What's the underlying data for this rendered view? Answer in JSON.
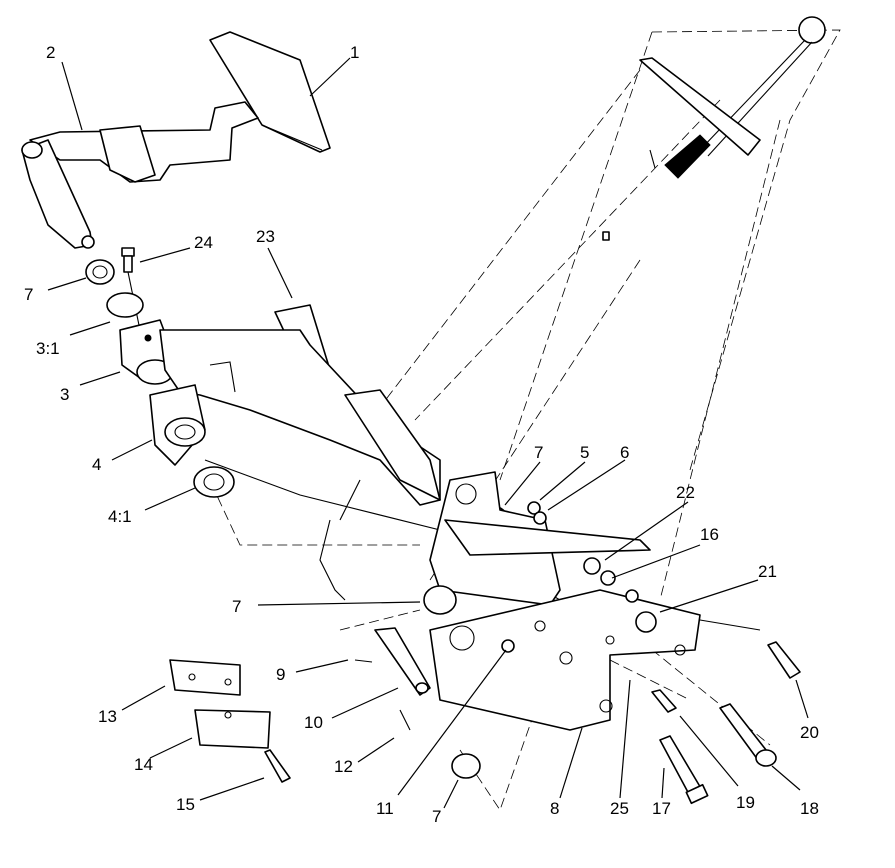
{
  "diagram": {
    "callouts": [
      {
        "id": "c1",
        "text": "1"
      },
      {
        "id": "c2",
        "text": "2"
      },
      {
        "id": "c24",
        "text": "24"
      },
      {
        "id": "c23",
        "text": "23"
      },
      {
        "id": "c7a",
        "text": "7"
      },
      {
        "id": "c31",
        "text": "3:1"
      },
      {
        "id": "c3",
        "text": "3"
      },
      {
        "id": "c4",
        "text": "4"
      },
      {
        "id": "c41",
        "text": "4:1"
      },
      {
        "id": "c7b",
        "text": "7"
      },
      {
        "id": "c5",
        "text": "5"
      },
      {
        "id": "c6",
        "text": "6"
      },
      {
        "id": "c22",
        "text": "22"
      },
      {
        "id": "c16",
        "text": "16"
      },
      {
        "id": "c21",
        "text": "21"
      },
      {
        "id": "c7c",
        "text": "7"
      },
      {
        "id": "c9",
        "text": "9"
      },
      {
        "id": "c13",
        "text": "13"
      },
      {
        "id": "c10",
        "text": "10"
      },
      {
        "id": "c14",
        "text": "14"
      },
      {
        "id": "c12",
        "text": "12"
      },
      {
        "id": "c15",
        "text": "15"
      },
      {
        "id": "c11",
        "text": "11"
      },
      {
        "id": "c7d",
        "text": "7"
      },
      {
        "id": "c8",
        "text": "8"
      },
      {
        "id": "c25",
        "text": "25"
      },
      {
        "id": "c17",
        "text": "17"
      },
      {
        "id": "c19",
        "text": "19"
      },
      {
        "id": "c18",
        "text": "18"
      },
      {
        "id": "c20",
        "text": "20"
      }
    ]
  }
}
